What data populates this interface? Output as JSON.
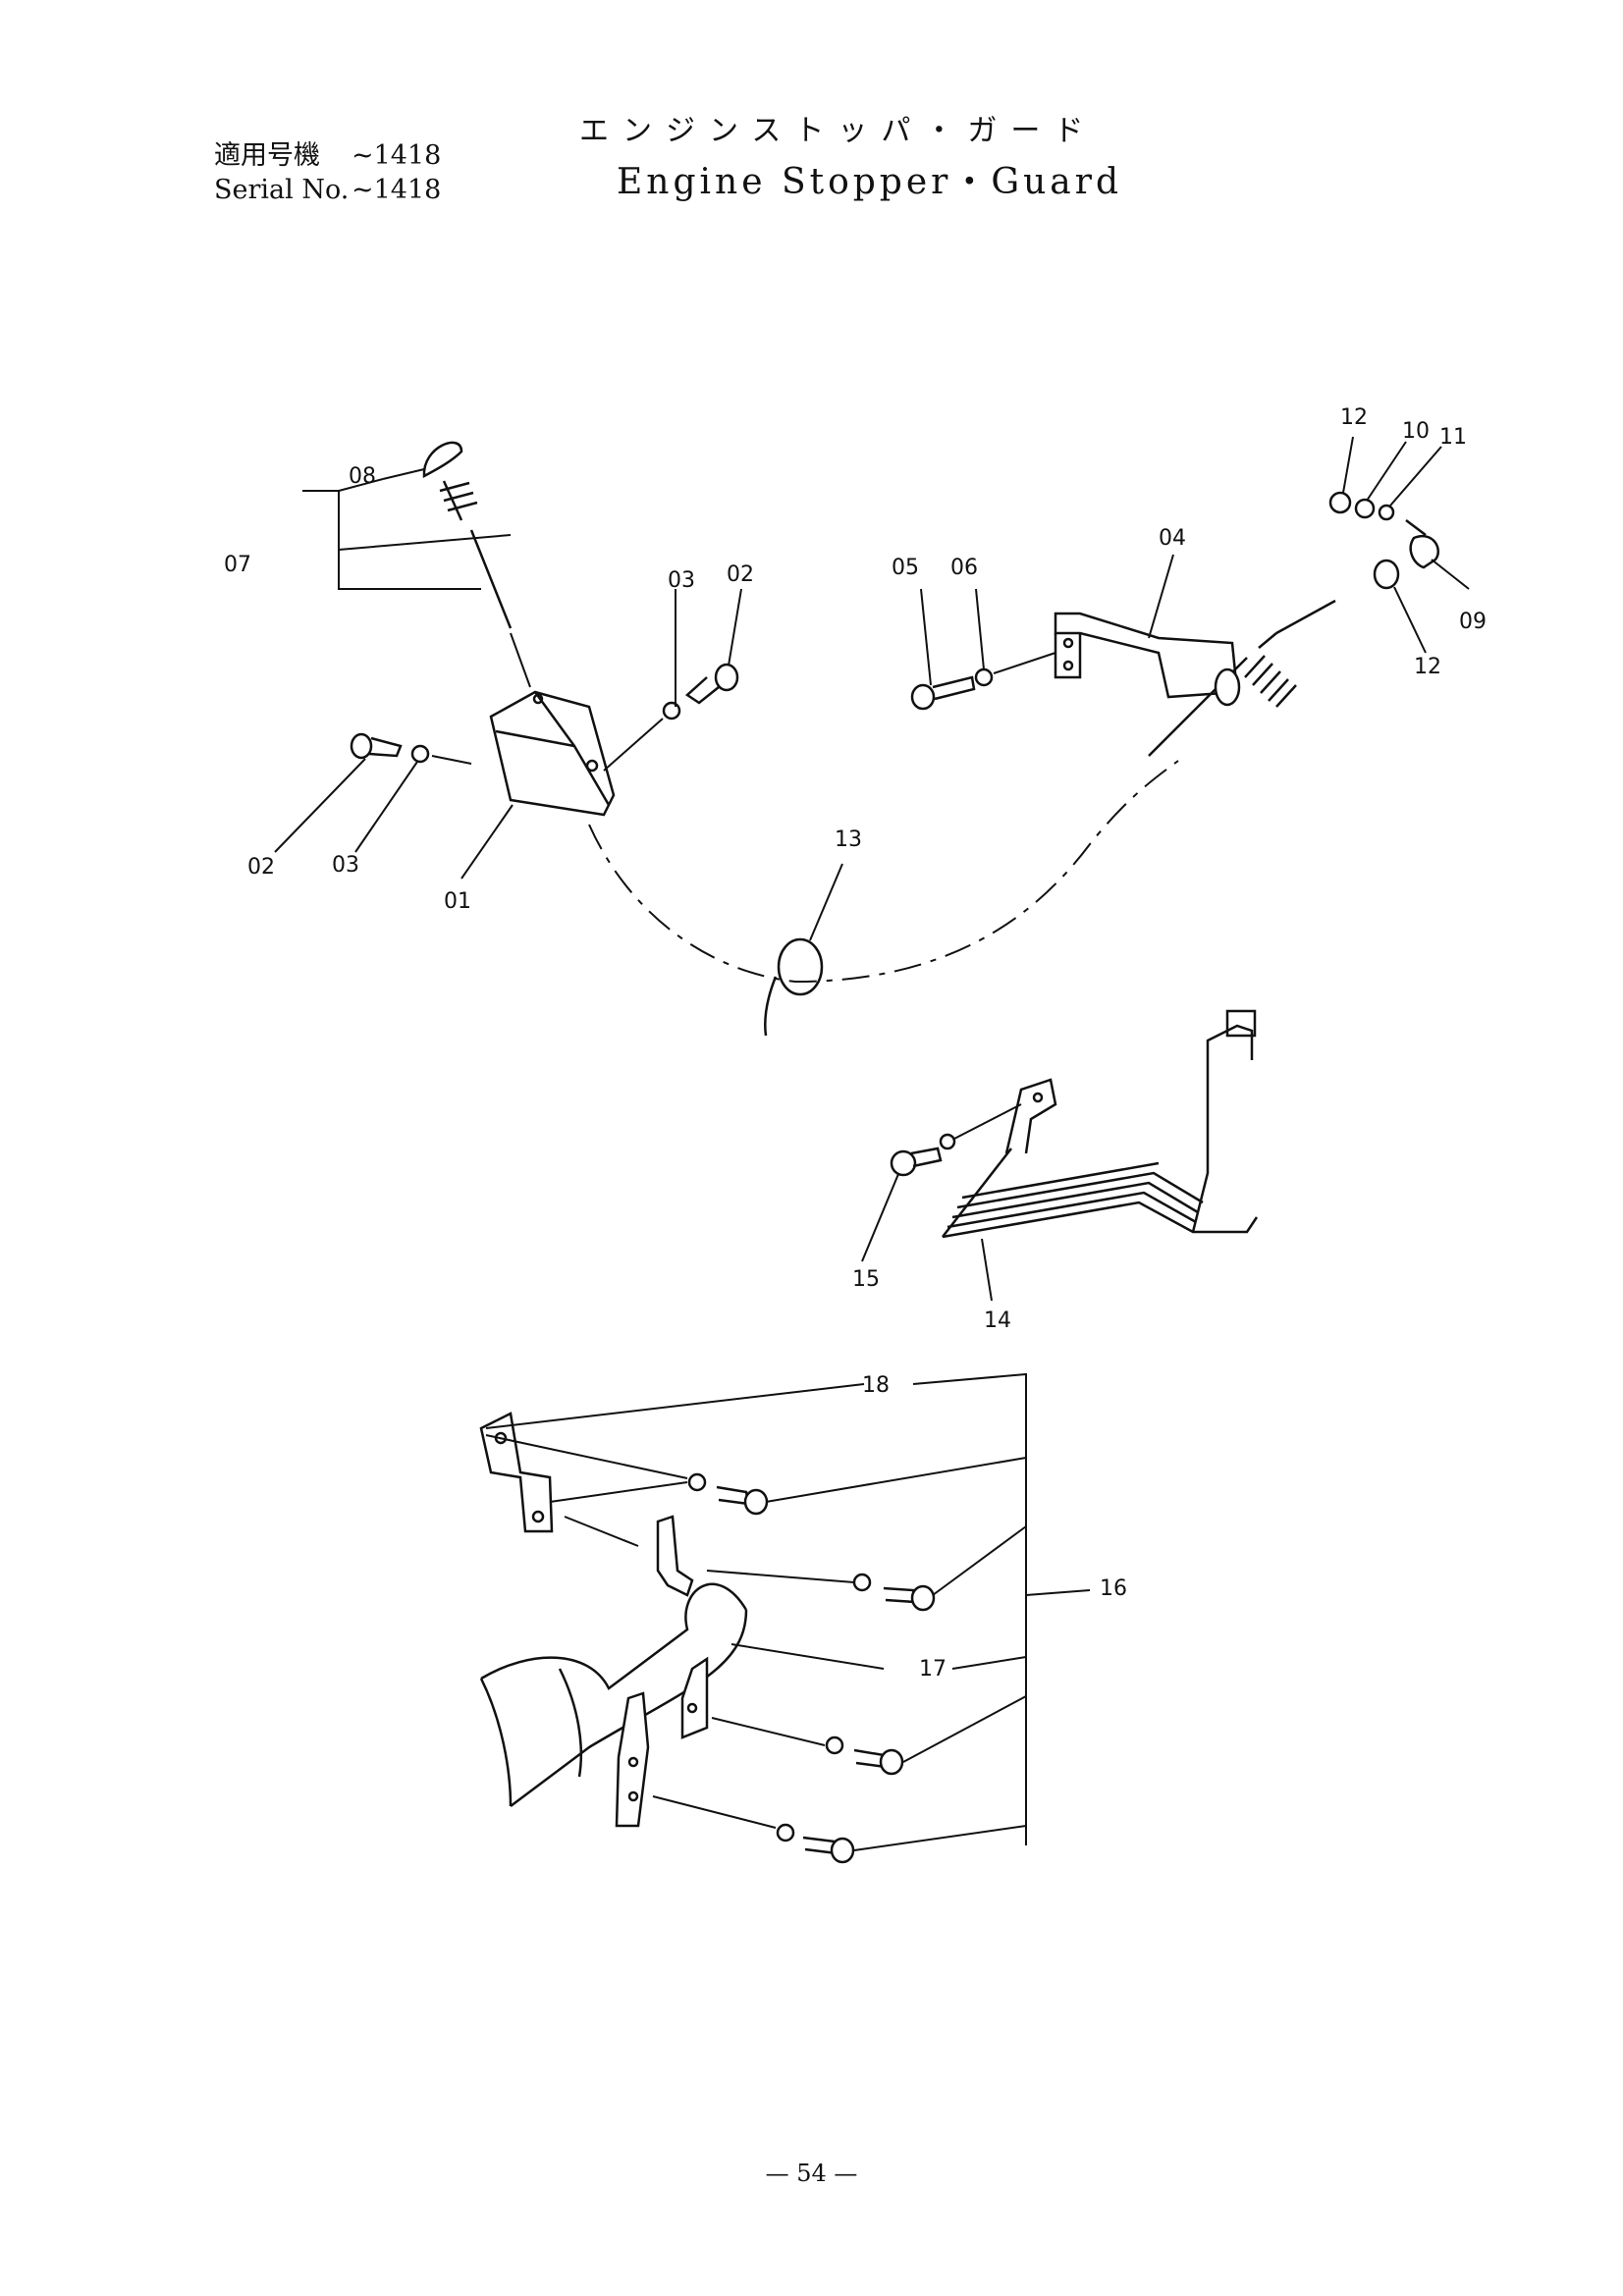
{
  "header": {
    "serial_label_ja": "適用号機",
    "serial_value_ja": "~1418",
    "serial_label_en": "Serial No.",
    "serial_value_en": "~1418",
    "title_ja": "エンジンストッパ・ガード",
    "title_en": "Engine Stopper・Guard"
  },
  "callouts": {
    "c01": "01",
    "c02a": "02",
    "c02b": "02",
    "c03a": "03",
    "c03b": "03",
    "c04": "04",
    "c05": "05",
    "c06": "06",
    "c07": "07",
    "c08": "08",
    "c09": "09",
    "c10": "10",
    "c11": "11",
    "c12a": "12",
    "c12b": "12",
    "c13": "13",
    "c14": "14",
    "c15": "15",
    "c16": "16",
    "c17": "17",
    "c18": "18"
  },
  "footer": {
    "page_number": "— 54 —"
  }
}
